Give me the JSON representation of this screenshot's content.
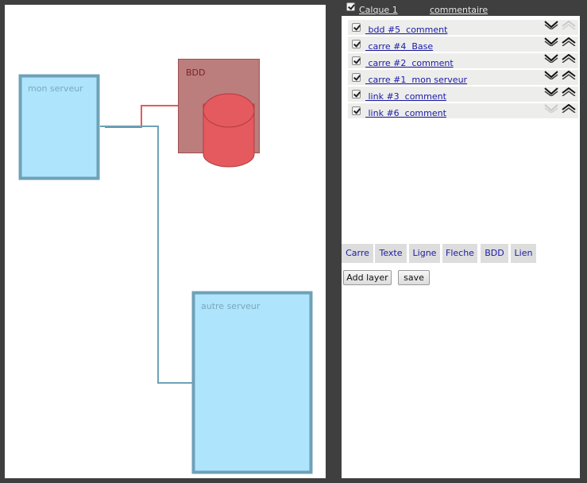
{
  "canvas": {
    "nodes": {
      "bdd_label": "BDD",
      "mon_serveur_label": "mon serveur",
      "autre_serveur_label": "autre serveur"
    },
    "colors": {
      "server_fill": "#aee4fc",
      "server_border": "#6fa1b8",
      "bdd_box": "#bc7d7d",
      "bdd_cylinder": "#e45a5e",
      "link_red": "#e45a5e",
      "link_blue": "#6fa1b8"
    }
  },
  "panel": {
    "header": {
      "layer_name": "Calque 1",
      "comment_link": "commentaire"
    },
    "items": [
      {
        "label": " bdd #5  comment",
        "down_active": true,
        "up_active": false
      },
      {
        "label": " carre #4  Base",
        "down_active": true,
        "up_active": true
      },
      {
        "label": " carre #2  comment",
        "down_active": true,
        "up_active": true
      },
      {
        "label": " carre #1  mon serveur",
        "down_active": true,
        "up_active": true
      },
      {
        "label": " link #3  comment",
        "down_active": true,
        "up_active": true
      },
      {
        "label": " link #6  comment",
        "down_active": false,
        "up_active": true
      }
    ],
    "tools": [
      "Carre",
      "Texte",
      "Ligne",
      "Fleche",
      "BDD",
      "Lien"
    ],
    "buttons": {
      "add_layer": "Add layer",
      "save": "save"
    }
  }
}
